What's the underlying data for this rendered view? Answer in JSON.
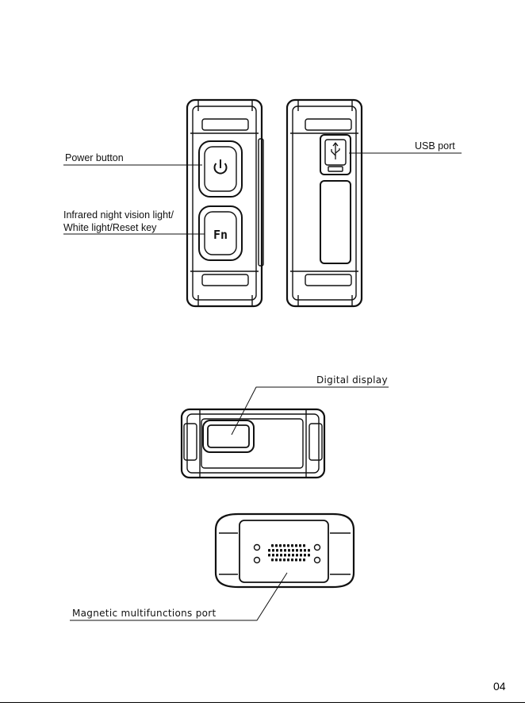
{
  "labels": {
    "power_button": "Power button",
    "infrared_line1": "Infrared night vision light/",
    "infrared_line2": "White light/Reset key",
    "usb_port": "USB port",
    "digital_display": "Digital display",
    "magnetic_port": "Magnetic multifunctions port"
  },
  "buttons": {
    "fn": "Fn"
  },
  "page_number": "04",
  "colors": {
    "ink": "#111111",
    "dark_panel": "#1a1a1a",
    "paper": "#ffffff"
  }
}
